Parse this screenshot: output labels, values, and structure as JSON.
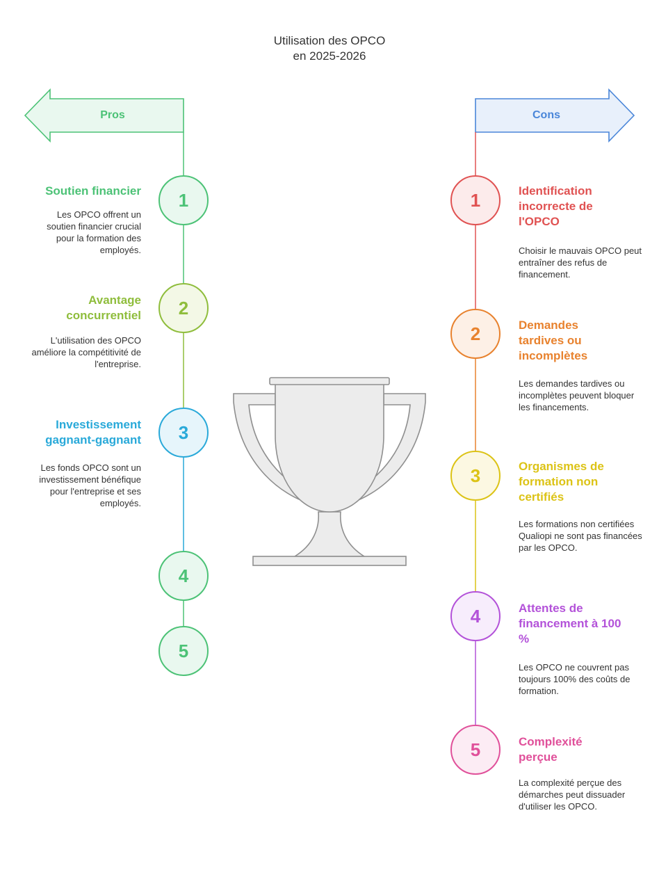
{
  "title": {
    "line1": "Utilisation des OPCO",
    "line2": "en 2025-2026"
  },
  "pros": {
    "label": "Pros",
    "items": [
      {
        "number": "1",
        "heading": "Soutien financier",
        "description": "Les OPCO offrent un soutien financier crucial pour la formation des employés.",
        "color": "#4cc276"
      },
      {
        "number": "2",
        "heading": "Avantage concurrentiel",
        "description": "L'utilisation des OPCO améliore la compétitivité de l'entreprise.",
        "color": "#8fbd3c"
      },
      {
        "number": "3",
        "heading": "Investissement gagnant-gagnant",
        "description": "Les fonds OPCO sont un investissement bénéfique pour l'entreprise et ses employés.",
        "color": "#29a9d9"
      },
      {
        "number": "4",
        "heading": "",
        "description": "",
        "color": "#4cc276"
      },
      {
        "number": "5",
        "heading": "",
        "description": "",
        "color": "#4cc276"
      }
    ]
  },
  "cons": {
    "label": "Cons",
    "items": [
      {
        "number": "1",
        "heading": "Identification incorrecte de l'OPCO",
        "description": "Choisir le mauvais OPCO peut entraîner des refus de financement.",
        "color": "#e05252"
      },
      {
        "number": "2",
        "heading": "Demandes tardives ou incomplètes",
        "description": "Les demandes tardives ou incomplètes peuvent bloquer les financements.",
        "color": "#e8822e"
      },
      {
        "number": "3",
        "heading": "Organismes de formation non certifiés",
        "description": "Les formations non certifiées Qualiopi ne sont pas financées par les OPCO.",
        "color": "#dcc316"
      },
      {
        "number": "4",
        "heading": "Attentes de financement à 100 %",
        "description": "Les OPCO ne couvrent pas toujours 100% des coûts de formation.",
        "color": "#b352d9"
      },
      {
        "number": "5",
        "heading": "Complexité perçue",
        "description": "La complexité perçue des démarches peut dissuader d'utiliser les OPCO.",
        "color": "#e0509a"
      }
    ]
  },
  "icons": {
    "center": "trophy-icon"
  },
  "colors": {
    "pros_arrow": "#4cc276",
    "cons_arrow": "#4a86d9"
  }
}
